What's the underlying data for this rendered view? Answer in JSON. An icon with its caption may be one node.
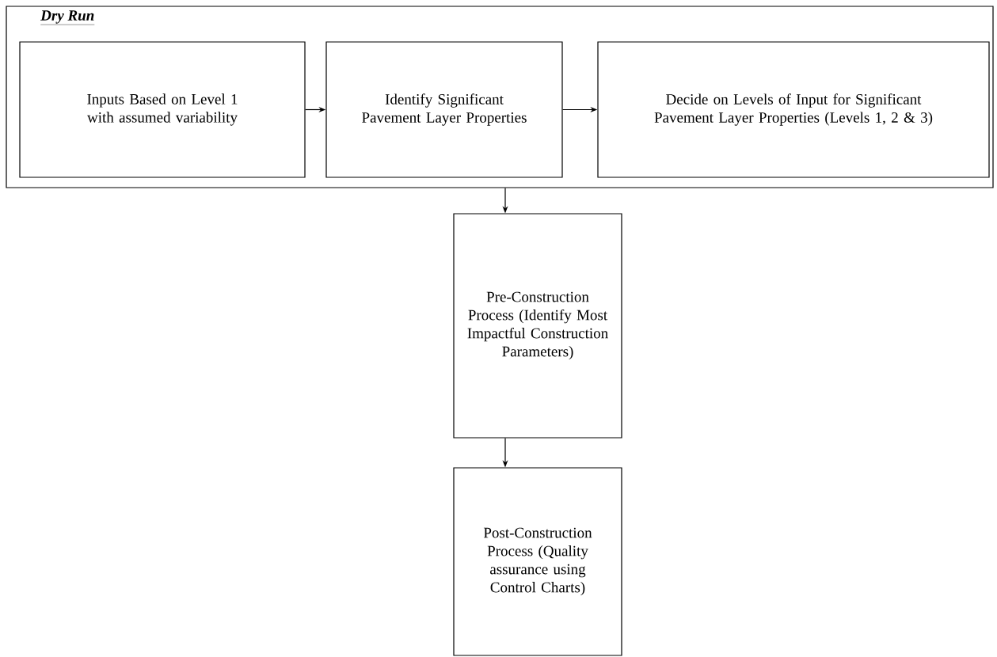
{
  "diagram": {
    "nodes": [
      {
        "text": [
          "Dry Run"
        ]
      },
      {
        "text": [
          "Inputs Based on Level 1 with assumed variability"
        ],
        "in": 0
      },
      {
        "text": [
          "Identify Significant Pavement Layer Properties"
        ],
        "in": 0
      },
      {
        "text": [
          "Decide on Levels of Input for Significant Pavement Layer Properties (Levels 1, 2 & 3)"
        ],
        "in": 0
      },
      {
        "text": [
          "Pre-Construction Process (Identify Most Impactful Construction Parameters)"
        ]
      },
      {
        "text": [
          "Post-Construction Process (Quality assurance using Control Charts)"
        ]
      }
    ],
    "edges": [
      {
        "from": 1,
        "to": 2,
        "arrow": "to"
      },
      {
        "from": 2,
        "to": 3,
        "arrow": "to"
      },
      {
        "from": 0,
        "to": 4,
        "arrow": "to"
      },
      {
        "from": 4,
        "to": 5,
        "arrow": "to"
      }
    ]
  }
}
